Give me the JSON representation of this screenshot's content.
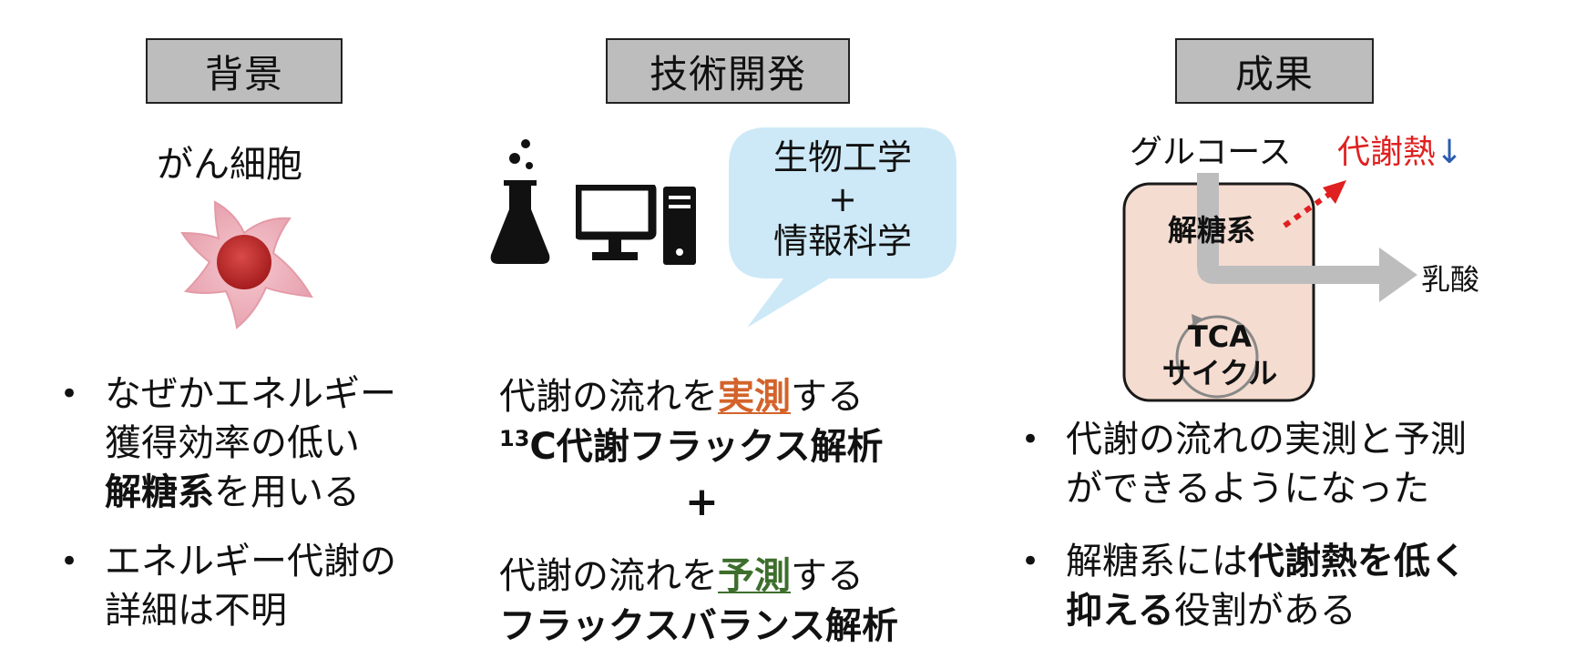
{
  "headers": {
    "left": "背景",
    "middle": "技術開発",
    "right": "成果"
  },
  "left": {
    "cell_label": "がん細胞",
    "bullets": [
      {
        "lines": [
          "なぜかエネルギー",
          "獲得効率の低い"
        ],
        "bold": "解糖系",
        "tail": "を用いる"
      },
      {
        "lines": [
          "エネルギー代謝の",
          "詳細は不明"
        ]
      }
    ]
  },
  "middle": {
    "bubble_lines": [
      "生物工学",
      "+",
      "情報科学"
    ],
    "line1_pre": "代謝の流れを",
    "line1_hl": "実測",
    "line1_post": "する",
    "method1_sup": "13",
    "method1": "C代謝フラックス解析",
    "plus": "+",
    "line2_pre": "代謝の流れを",
    "line2_hl": "予測",
    "line2_post": "する",
    "method2": "フラックスバランス解析"
  },
  "right": {
    "glucose": "グルコース",
    "heat": "代謝熱",
    "heat_arrow": "↓",
    "glycolysis": "解糖系",
    "lactate": "乳酸",
    "tca_line1": "TCA",
    "tca_line2": "サイクル",
    "bullet1_lines": [
      "代謝の流れの実測と予測",
      "ができるようになった"
    ],
    "bullet2_pre": "解糖系には",
    "bullet2_bold1": "代謝熱を低く",
    "bullet2_bold2": "抑える",
    "bullet2_tail": "役割がある"
  },
  "colors": {
    "header_bg": "#bdbdbd",
    "bubble": "#cde9f7",
    "cell_box": "#f5dcd0",
    "arrow_gray": "#bdbdbd",
    "heat_red": "#e02020",
    "down_blue": "#2a5db0",
    "orange": "#d3632a",
    "green": "#3d6e2c"
  }
}
